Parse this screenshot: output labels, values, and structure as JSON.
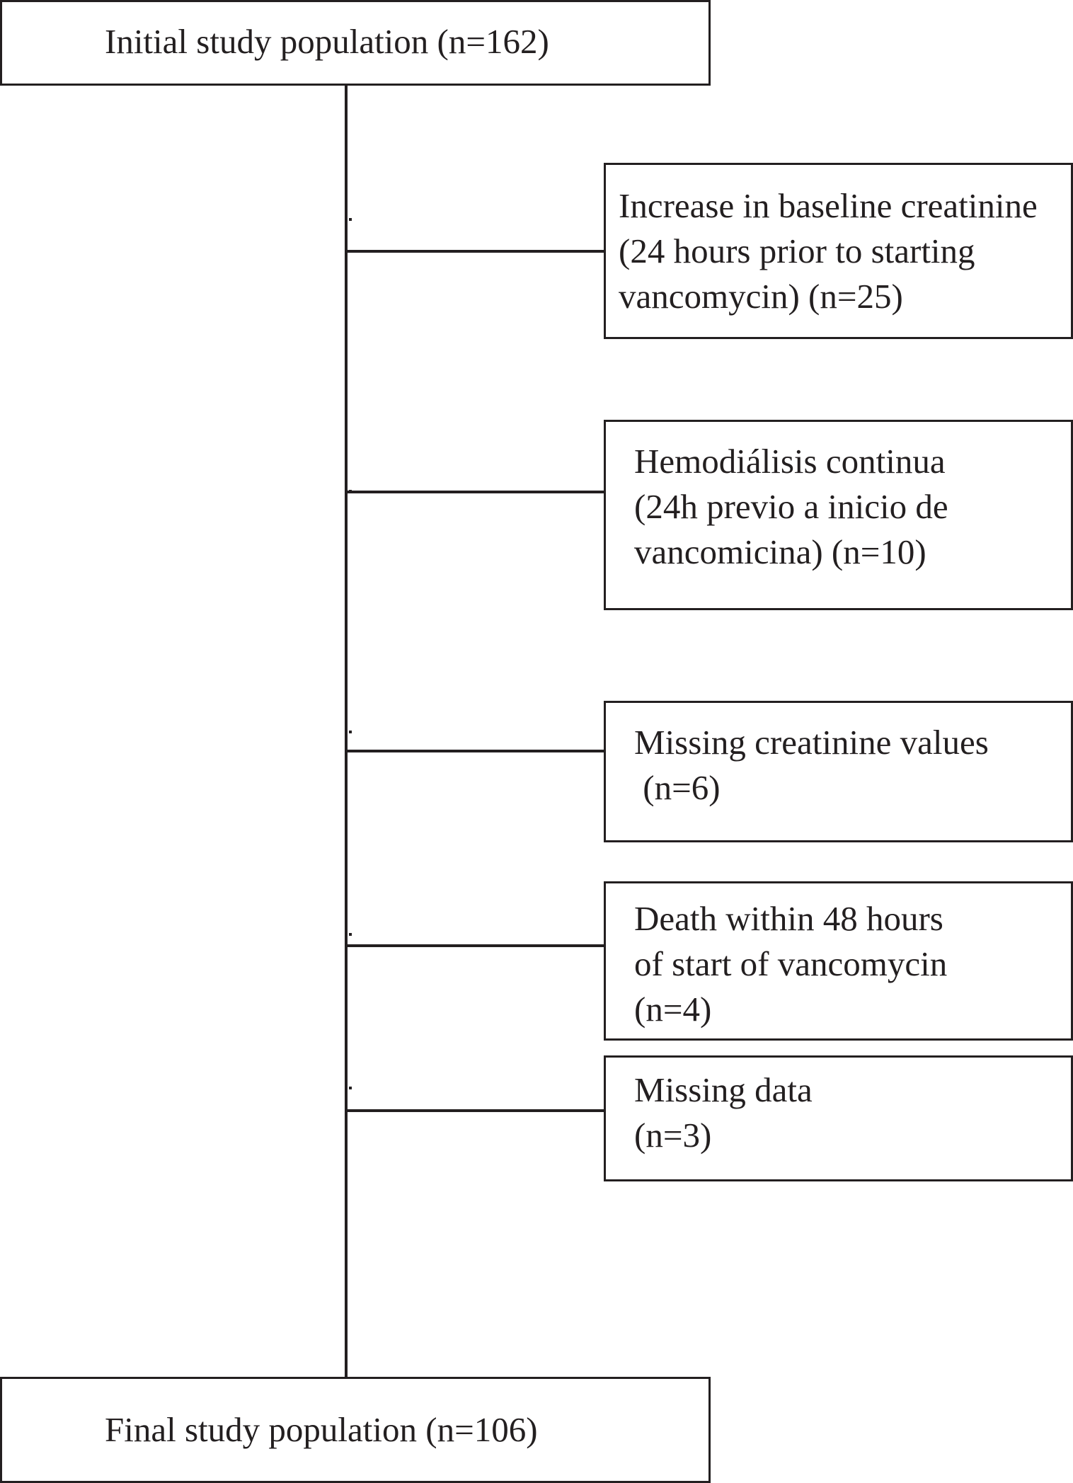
{
  "flowchart": {
    "initial": {
      "text": "Initial study population (n=162)"
    },
    "exclusions": [
      {
        "lines": [
          "Increase in baseline creatinine",
          "(24 hours prior to starting",
          "vancomycin) (n=25)"
        ]
      },
      {
        "lines": [
          "Hemodiálisis continua",
          "(24h previo a inicio de",
          "vancomicina) (n=10)"
        ]
      },
      {
        "lines": [
          "Missing creatinine values",
          " (n=6)"
        ]
      },
      {
        "lines": [
          "Death within 48 hours",
          "of start of vancomycin",
          "(n=4)"
        ]
      },
      {
        "lines": [
          "Missing data",
          "(n=3)"
        ]
      }
    ],
    "final": {
      "text": "Final study population (n=106)"
    }
  }
}
